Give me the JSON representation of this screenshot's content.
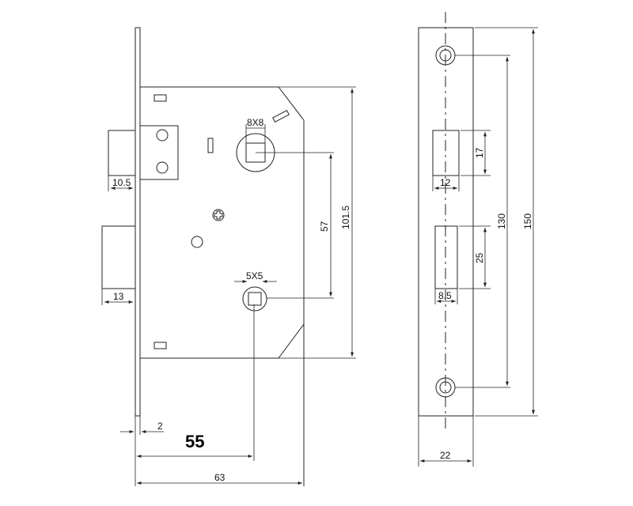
{
  "lock_body_view": {
    "latch_width": "10.5",
    "deadbolt_width": "13",
    "faceplate_thickness": "2",
    "backset": "55",
    "body_depth": "63",
    "follower_square": "8X8",
    "cylinder_square": "5X5",
    "center_distance": "57",
    "body_height": "101.5"
  },
  "strike_plate_view": {
    "latch_opening_height": "17",
    "latch_opening_width": "12",
    "bolt_opening_height": "25",
    "bolt_opening_width": "8.5",
    "hole_spacing": "130",
    "plate_height": "150",
    "plate_width": "22"
  },
  "colors": {
    "line": "#222222",
    "background": "#ffffff"
  }
}
